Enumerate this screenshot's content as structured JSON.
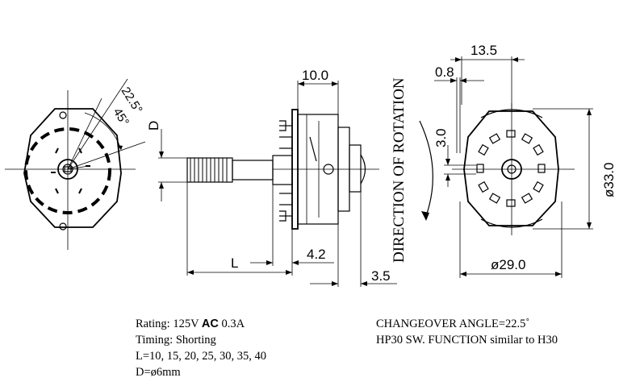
{
  "dimensions": {
    "angle_small": "22.5°",
    "angle_large": "45°",
    "shaft_dia_label": "D",
    "body_depth": "10.0",
    "shaft_length": "L",
    "bushing_length": "4.2",
    "rear_offset": "3.5",
    "direction_label": "DIRECTION OF ROTATION",
    "overall_depth": "13.5",
    "plate_thickness": "0.8",
    "lug_width": "3.0",
    "height": "ø33.0",
    "width": "ø29.0"
  },
  "notes_left": {
    "rating_prefix": "Rating: 125V ",
    "rating_ac": "AC",
    "rating_suffix": " 0.3A",
    "timing": "Timing: Shorting",
    "lengths": "L=10,  15,  20,  25,  30,  35,  40",
    "diameter": "D=ø6mm"
  },
  "notes_right": {
    "changeover": "CHANGEOVER   ANGLE=22.5˚",
    "function": "HP30 SW.  FUNCTION similar to H30"
  }
}
